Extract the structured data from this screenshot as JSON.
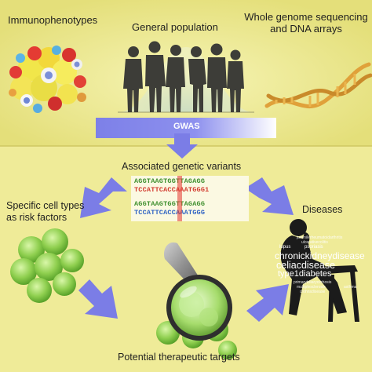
{
  "labels": {
    "immunophenotypes": "Immunophenotypes",
    "general_population": "General population",
    "wgs_line1": "Whole genome sequencing",
    "wgs_line2": "and DNA arrays",
    "gwas": "GWAS",
    "associated_variants": "Associated genetic variants",
    "cell_types_line1": "Specific cell types",
    "cell_types_line2": "as risk factors",
    "diseases": "Diseases",
    "therapeutic_targets": "Potential therapeutic targets"
  },
  "sequences": {
    "line1": "AGGTAAGTGGTTAGAGG",
    "line2": "TCCATTCACCAAATGGG1",
    "line3": "AGGTAAGTGGTTAGAGG",
    "line4": "TCCATTCACCAAATGGG"
  },
  "word_cloud": {
    "big1": "chronickidneydisease",
    "big2": "celiacdisease",
    "big3": "type1diabetes",
    "small": [
      "juvenilerheumatoidarthritis",
      "ulcerativecolitis",
      "primarybiliarycirrhosis",
      "psoriasis",
      "multiplesclerosis",
      "crohnsdisease",
      "lupus",
      "asthma"
    ]
  },
  "colors": {
    "background": "#ece98a",
    "arrow": "#7b7de6",
    "gwas_bar": "#7579df",
    "cell_green": "#8fcf4f",
    "dna_orange": "#e0a13a"
  },
  "icons": [
    "immune-cells-icon",
    "people-silhouettes-icon",
    "dna-helix-icon",
    "green-cells-icon",
    "magnifier-icon",
    "thinker-icon"
  ]
}
